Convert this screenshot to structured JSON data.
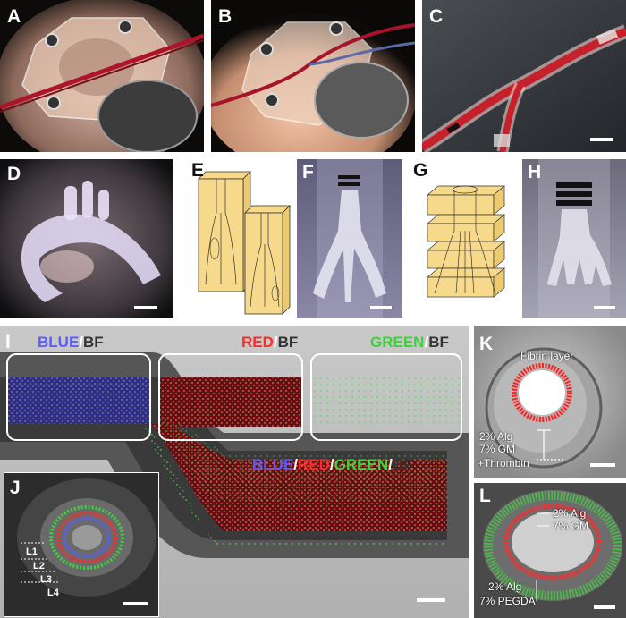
{
  "panels": {
    "a": {
      "label": "A"
    },
    "b": {
      "label": "B"
    },
    "c": {
      "label": "C"
    },
    "d": {
      "label": "D"
    },
    "e": {
      "label": "E"
    },
    "f": {
      "label": "F"
    },
    "g": {
      "label": "G"
    },
    "h": {
      "label": "H"
    },
    "i": {
      "label": "I",
      "channels": [
        {
          "blue": "BLUE",
          "sep": "/",
          "bf": "BF"
        },
        {
          "red": "RED",
          "sep": "/",
          "bf": "BF"
        },
        {
          "green": "GREEN",
          "sep": "/",
          "bf": "BF"
        }
      ],
      "merged": {
        "blue": "BLUE",
        "red": "RED",
        "green": "GREEN",
        "bf": "BF",
        "sep": "/"
      }
    },
    "j": {
      "label": "J",
      "layers": [
        "L1",
        "L2",
        "L3",
        "L4"
      ]
    },
    "k": {
      "label": "K",
      "fibrin": "Fibrin layer",
      "lines": [
        "2% Alg",
        "7% GM",
        "+Thrombin"
      ]
    },
    "l": {
      "label": "L",
      "inner": [
        "2% Alg",
        "7% GM"
      ],
      "outer": [
        "2% Alg",
        "7% PEGDA"
      ]
    }
  },
  "colors": {
    "blue_label": "#5a5cff",
    "red_label": "#ff2a2a",
    "green_label": "#3cd23c",
    "bf_label": "#333333",
    "mold_fill": "#f6d98a"
  }
}
